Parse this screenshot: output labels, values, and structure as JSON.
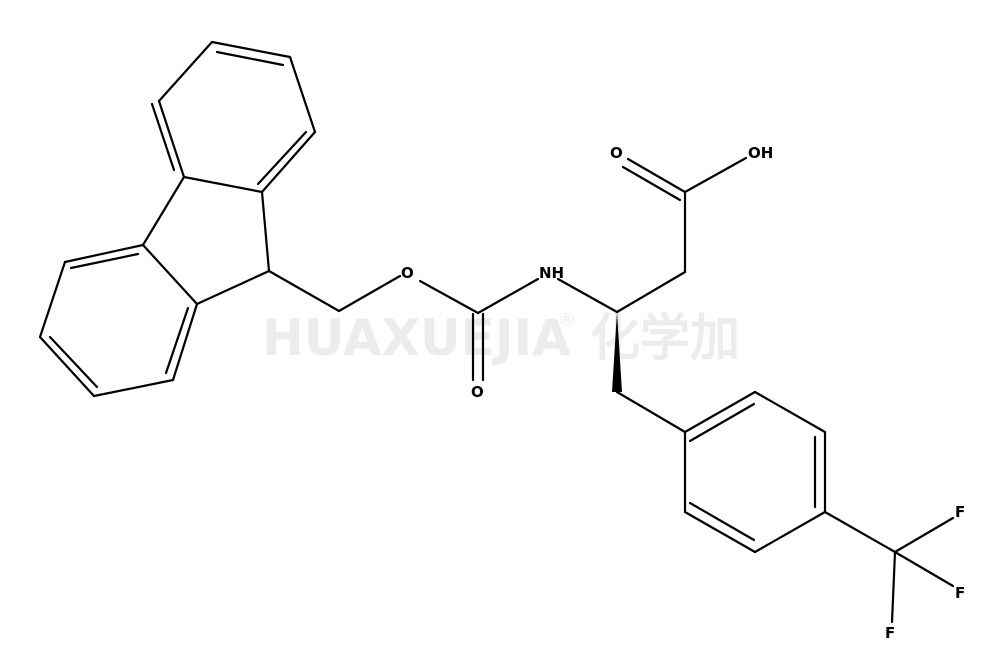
{
  "molecule": {
    "labels": {
      "o_ester": "O",
      "o_carbonyl": "O",
      "nh": "NH",
      "o_acid": "O",
      "oh": "OH",
      "f1": "F",
      "f2": "F",
      "f3": "F"
    }
  },
  "watermark": {
    "brand": "HUAXUEJIA",
    "registered": "®",
    "chinese": "化学加"
  }
}
